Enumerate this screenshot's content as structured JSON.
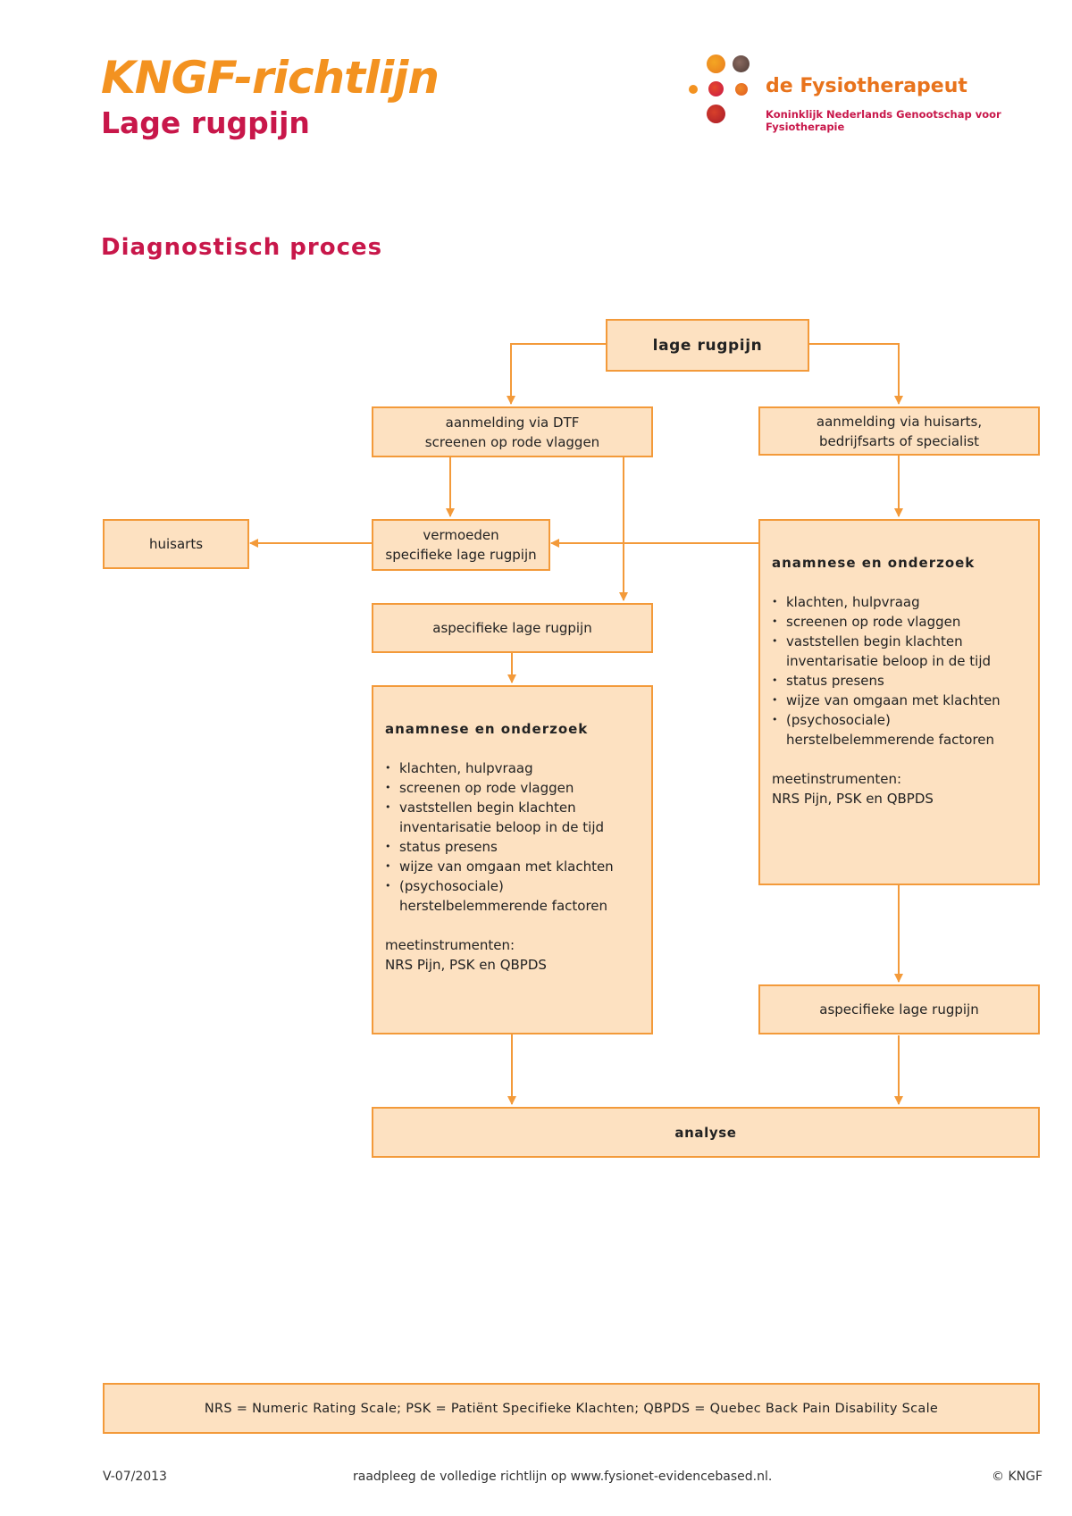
{
  "header": {
    "title": "KNGF-richtlijn",
    "subtitle": "Lage rugpijn"
  },
  "logo": {
    "name": "de Fysiotherapeut",
    "organization": "Koninklijk Nederlands Genootschap voor Fysiotherapie"
  },
  "section_title": "Diagnostisch proces",
  "flow": {
    "root": "lage rugpijn",
    "left_entry": {
      "line1": "aanmelding via DTF",
      "line2": "screenen op rode vlaggen"
    },
    "right_entry": {
      "line1": "aanmelding via huisarts,",
      "line2": "bedrijfsarts of specialist"
    },
    "huisarts": "huisarts",
    "suspect": {
      "line1": "vermoeden",
      "line2": "specifieke lage rugpijn"
    },
    "aspecific_left": "aspecifieke lage rugpijn",
    "aspecific_right": "aspecifieke lage rugpijn",
    "anamnese": {
      "heading": "anamnese en onderzoek",
      "items": [
        "klachten, hulpvraag",
        "screenen op rode vlaggen",
        "vaststellen begin klachten\ninventarisatie beloop in de tijd",
        "status presens",
        "wijze van omgaan met klachten",
        "(psychosociale)  herstelbelemmerende factoren"
      ],
      "measures_label": "meetinstrumenten:",
      "measures": "NRS Pijn, PSK en QBPDS"
    },
    "analysis": "analyse"
  },
  "legend": "NRS = Numeric Rating Scale; PSK =  Patiënt Specifieke Klachten; QBPDS = Quebec Back Pain Disability Scale",
  "footer": {
    "version": "V-07/2013",
    "reference": "raadpleeg de volledige richtlijn op www.fysionet-evidencebased.nl.",
    "copyright": "© KNGF"
  },
  "colors": {
    "orange": "#f39220",
    "crimson": "#c8174a",
    "box_fill": "#fde1c1",
    "line": "#f39a3a"
  }
}
